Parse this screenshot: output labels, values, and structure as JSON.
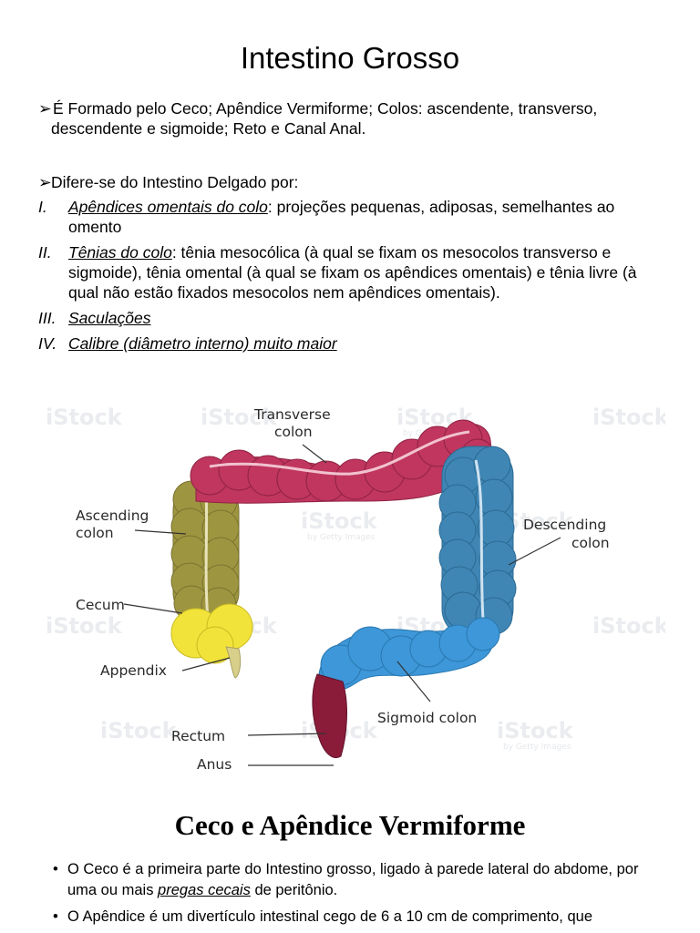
{
  "title": "Intestino Grosso",
  "intro": {
    "line1": "É Formado pelo Ceco; Apêndice Vermiforme; Colos: ascendente, transverso,",
    "line2": "descendente e sigmoide; Reto e Canal Anal.",
    "differs": "Difere-se do Intestino Delgado por:"
  },
  "list": [
    {
      "num": "I.",
      "term": "Apêndices omentais do colo",
      "text": ": projeções pequenas, adiposas, semelhantes ao omento"
    },
    {
      "num": "II.",
      "term": "Tênias do colo",
      "text": ": tênia mesocólica (à qual se fixam os mesocolos transverso e sigmoide), tênia omental (à qual se fixam os apêndices omentais) e tênia livre (à qual não estão fixados mesocolos nem apêndices omentais)."
    },
    {
      "num": "III.",
      "term": "Saculações",
      "text": ""
    },
    {
      "num": "IV.",
      "term": "Calibre (diâmetro interno) muito maior",
      "text": ""
    }
  ],
  "figure": {
    "labels": {
      "transverse_1": "Transverse",
      "transverse_2": "colon",
      "ascending_1": "Ascending",
      "ascending_2": "colon",
      "descending_1": "Descending",
      "descending_2": "colon",
      "cecum": "Cecum",
      "appendix": "Appendix",
      "sigmoid": "Sigmoid colon",
      "rectum": "Rectum",
      "anus": "Anus"
    },
    "watermark": "iStock",
    "watermark_sub": "by Getty Images",
    "colors": {
      "transverse": "#c0365e",
      "ascending": "#9e9540",
      "descending": "#3f86b5",
      "sigmoid": "#3d97d8",
      "cecum": "#f2e33a",
      "rectum": "#8a1c3a"
    }
  },
  "section2": {
    "title": "Ceco e Apêndice Vermiforme",
    "bullets": [
      {
        "before": "O Ceco é a primeira parte do Intestino grosso, ligado à parede lateral do abdome, por uma ou mais ",
        "em": "pregas cecais",
        "after": " de peritônio."
      },
      {
        "before": "O Apêndice é um divertículo intestinal cego de 6 a 10 cm de comprimento, que",
        "em": "",
        "after": ""
      }
    ]
  }
}
